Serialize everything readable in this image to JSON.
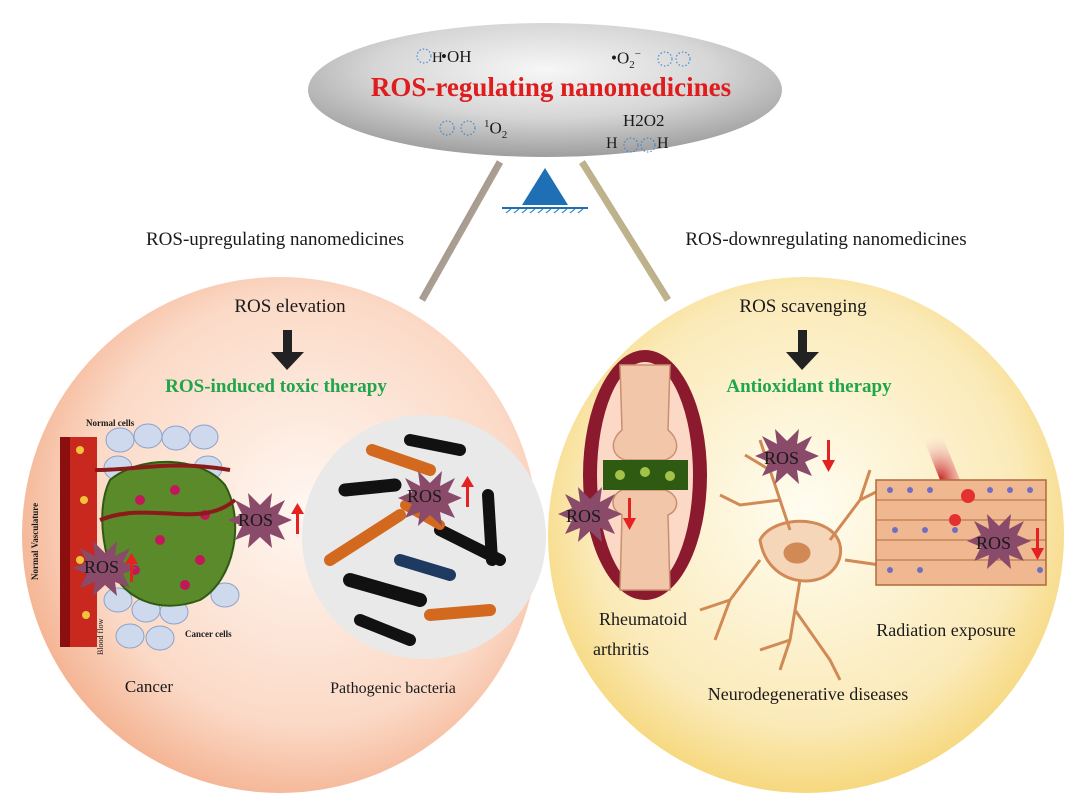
{
  "title": "ROS-regulating nanomedicines",
  "species": {
    "hydroxyl": "•OH",
    "superoxide": "•O",
    "superoxide_sub": "2",
    "superoxide_sup": "−",
    "singlet_sup": "1",
    "singlet": "O",
    "singlet_sub": "2",
    "peroxide": "H2O2",
    "peroxide_h_left": "H",
    "peroxide_h_right": "H",
    "h_label": "H"
  },
  "left": {
    "heading": "ROS-upregulating nanomedicines",
    "step": "ROS elevation",
    "therapy": "ROS-induced toxic therapy",
    "items": [
      {
        "label": "Cancer"
      },
      {
        "label": "Pathogenic bacteria"
      }
    ],
    "small_labels": {
      "normal_cells": "Normal cells",
      "normal_vasculature": "Normal Vasculature",
      "blood_flow": "Blood flow",
      "cancer_cells": "Cancer cells"
    },
    "ros_tag": "ROS"
  },
  "right": {
    "heading": "ROS-downregulating nanomedicines",
    "step": "ROS scavenging",
    "therapy": "Antioxidant therapy",
    "items": [
      {
        "label_line1": "Rheumatoid",
        "label_line2": "arthritis"
      },
      {
        "label": "Neurodegenerative diseases"
      },
      {
        "label": "Radiation exposure"
      }
    ],
    "ros_tag": "ROS"
  },
  "colors": {
    "title_red": "#e01d1d",
    "therapy_green": "#1fa64a",
    "fulcrum_blue": "#1f6fb5",
    "arrow_red": "#e52222",
    "star_purple": "#8a4a6a"
  }
}
